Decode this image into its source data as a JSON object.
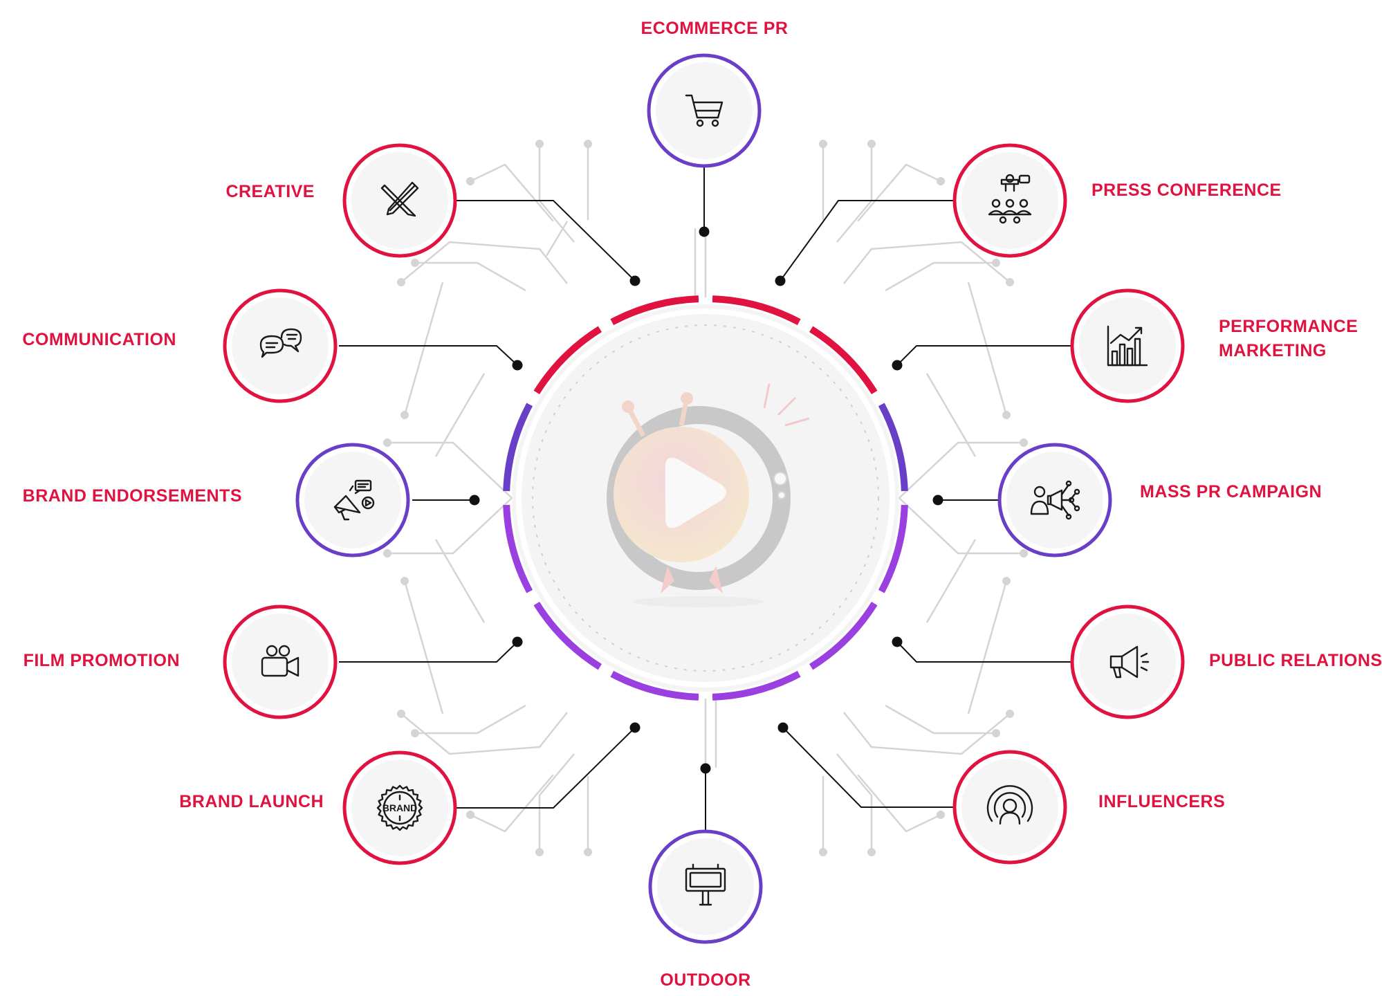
{
  "diagram": {
    "center_logo": "play-logo",
    "colors": {
      "accent_red": "#e0123f",
      "accent_purple": "#6a3fc8",
      "connector": "#111111",
      "decor_line": "#cfcfcf"
    },
    "services": [
      {
        "key": "ecommerce",
        "label": "ECOMMERCE PR",
        "icon": "shopping-cart-icon",
        "ring": "purple"
      },
      {
        "key": "press",
        "label": "PRESS CONFERENCE",
        "icon": "presentation-icon",
        "ring": "red"
      },
      {
        "key": "performance",
        "label": "PERFORMANCE MARKETING",
        "icon": "bar-chart-icon",
        "ring": "red"
      },
      {
        "key": "mass_pr",
        "label": "MASS PR CAMPAIGN",
        "icon": "megaphone-network-icon",
        "ring": "purple"
      },
      {
        "key": "public_rel",
        "label": "PUBLIC RELATIONS",
        "icon": "megaphone-icon",
        "ring": "red"
      },
      {
        "key": "influencers",
        "label": "INFLUENCERS",
        "icon": "broadcast-person-icon",
        "ring": "red"
      },
      {
        "key": "outdoor",
        "label": "OUTDOOR",
        "icon": "billboard-icon",
        "ring": "purple"
      },
      {
        "key": "brand_launch",
        "label": "BRAND LAUNCH",
        "icon": "brand-badge-icon",
        "ring": "red"
      },
      {
        "key": "film",
        "label": "FILM PROMOTION",
        "icon": "video-camera-icon",
        "ring": "red"
      },
      {
        "key": "endorsements",
        "label": "BRAND ENDORSEMENTS",
        "icon": "megaphone-video-icon",
        "ring": "purple"
      },
      {
        "key": "communication",
        "label": "COMMUNICATION",
        "icon": "chat-bubbles-icon",
        "ring": "red"
      },
      {
        "key": "creative",
        "label": "CREATIVE",
        "icon": "pencil-brush-icon",
        "ring": "red"
      }
    ],
    "brand_badge_text": "BRAND"
  }
}
